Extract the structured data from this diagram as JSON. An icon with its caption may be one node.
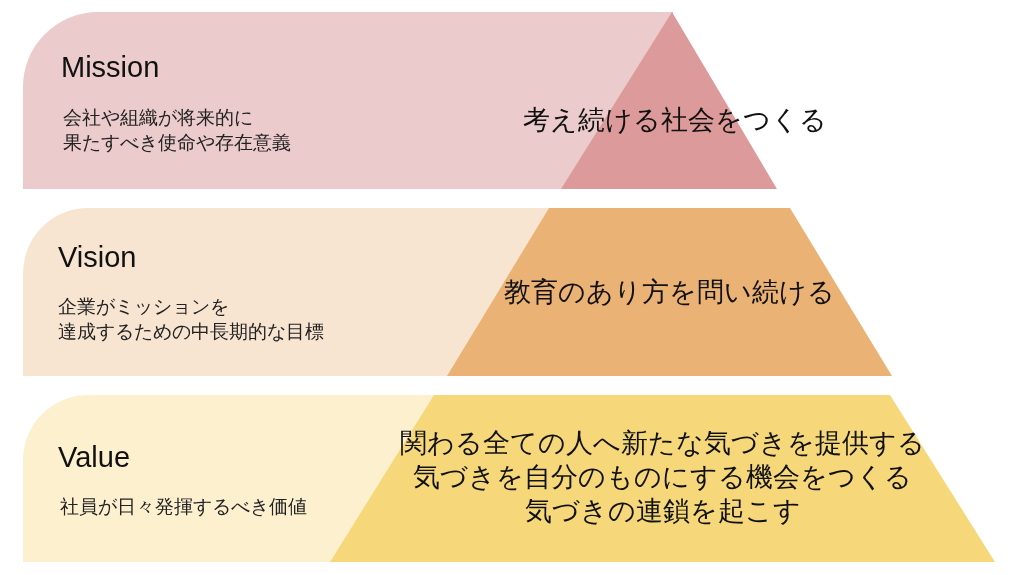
{
  "diagram": {
    "nodes": [
      {
        "text": [
          "Mission",
          "会社や組織が将来的に果たすべき使命や存在意義"
        ]
      },
      {
        "text": [
          "考え続ける社会をつくる"
        ]
      },
      {
        "text": [
          "Vision",
          "企業がミッションを達成するための中長期的な目標"
        ]
      },
      {
        "text": [
          "教育のあり方を問い続ける"
        ]
      },
      {
        "text": [
          "Value",
          "社員が日々発揮するべき価値"
        ]
      },
      {
        "text": [
          "関わる全ての人へ新たな気づきを提供する",
          "気づきを自分のものにする機会をつくる",
          "気づきの連鎖を起こす"
        ]
      }
    ]
  }
}
